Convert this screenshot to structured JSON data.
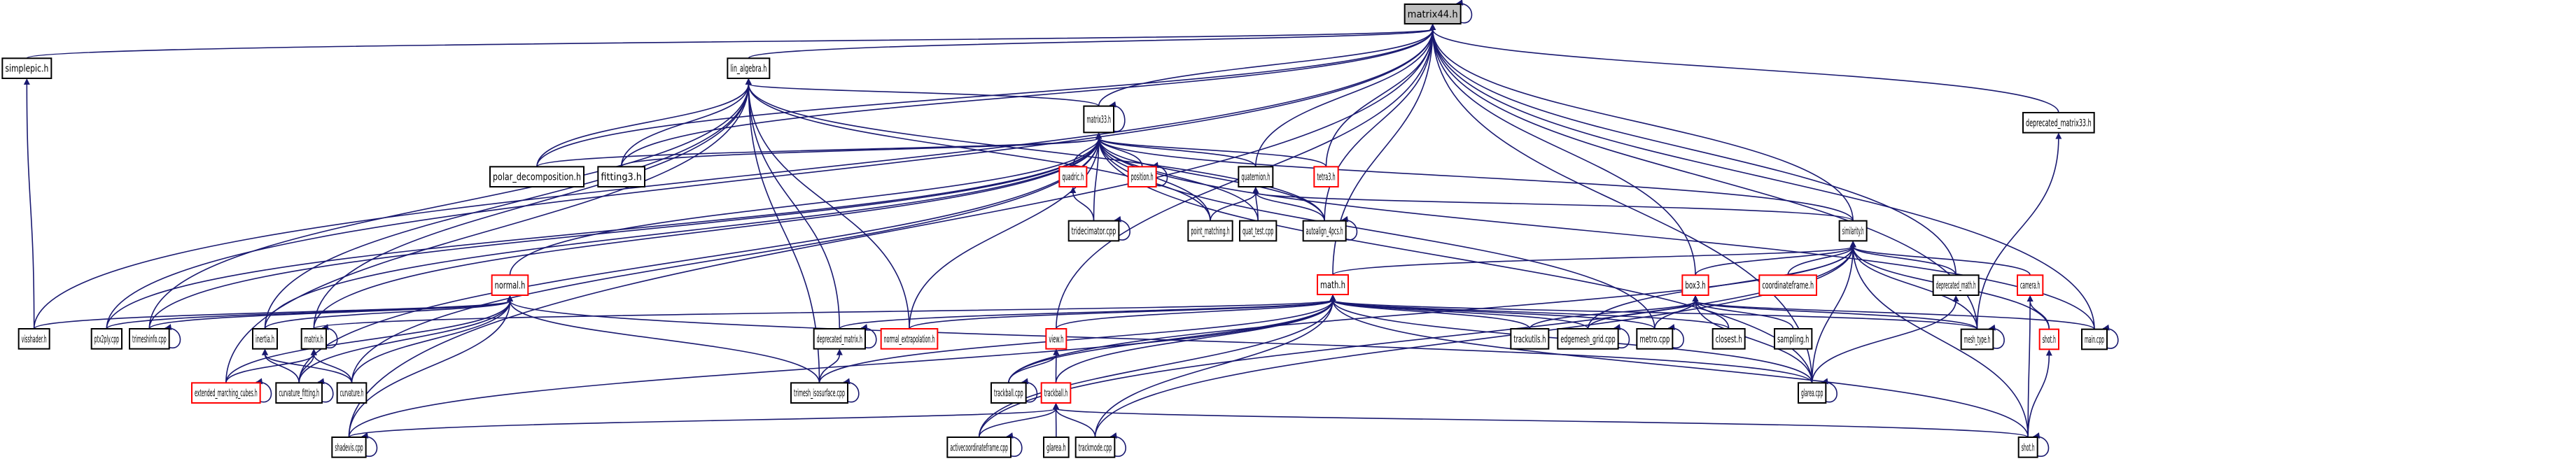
{
  "title": "matrix44.h include dependency graph",
  "colors": {
    "edge": "#191970",
    "focus_fill": "#bfbfbf",
    "normal_border": "#000000",
    "truncated_border": "#ff0000",
    "node_fill": "#ffffff"
  },
  "nodes": [
    {
      "id": "matrix44",
      "label": "matrix44.h",
      "kind": "focus"
    },
    {
      "id": "simplepic",
      "label": "simplepic.h",
      "kind": "normal"
    },
    {
      "id": "lin_algebra",
      "label": "lin_algebra.h",
      "kind": "normal"
    },
    {
      "id": "deprecated_matrix33",
      "label": "deprecated_matrix33.h",
      "kind": "normal"
    },
    {
      "id": "matrix33",
      "label": "matrix33.h",
      "kind": "normal"
    },
    {
      "id": "polar_decomposition",
      "label": "polar_decomposition.h",
      "kind": "normal"
    },
    {
      "id": "fitting3",
      "label": "fitting3.h",
      "kind": "normal"
    },
    {
      "id": "quadric",
      "label": "quadric.h",
      "kind": "truncated"
    },
    {
      "id": "position",
      "label": "position.h",
      "kind": "truncated"
    },
    {
      "id": "quaternion",
      "label": "quaternion.h",
      "kind": "normal"
    },
    {
      "id": "tetra3",
      "label": "tetra3.h",
      "kind": "truncated"
    },
    {
      "id": "tridecimator",
      "label": "tridecimator.cpp",
      "kind": "normal"
    },
    {
      "id": "point_matching",
      "label": "point_matching.h",
      "kind": "normal"
    },
    {
      "id": "quat_test",
      "label": "quat_test.cpp",
      "kind": "normal"
    },
    {
      "id": "autoalign_4pcs",
      "label": "autoalign_4pcs.h",
      "kind": "normal"
    },
    {
      "id": "similarity",
      "label": "similarity.h",
      "kind": "normal"
    },
    {
      "id": "normal",
      "label": "normal.h",
      "kind": "truncated"
    },
    {
      "id": "math",
      "label": "math.h",
      "kind": "truncated"
    },
    {
      "id": "box3",
      "label": "box3.h",
      "kind": "truncated"
    },
    {
      "id": "coordinateframe",
      "label": "coordinateframe.h",
      "kind": "truncated"
    },
    {
      "id": "deprecated_math",
      "label": "deprecated_math.h",
      "kind": "normal"
    },
    {
      "id": "camera",
      "label": "camera.h",
      "kind": "truncated"
    },
    {
      "id": "visshader",
      "label": "visshader.h",
      "kind": "normal"
    },
    {
      "id": "ptx2ply",
      "label": "ptx2ply.cpp",
      "kind": "normal"
    },
    {
      "id": "trimeshinfo",
      "label": "trimeshinfo.cpp",
      "kind": "normal"
    },
    {
      "id": "inertia",
      "label": "inertia.h",
      "kind": "normal"
    },
    {
      "id": "matrix",
      "label": "matrix.h",
      "kind": "normal"
    },
    {
      "id": "deprecated_matrix",
      "label": "deprecated_matrix.h",
      "kind": "normal"
    },
    {
      "id": "normal_extrapolation",
      "label": "normal_extrapolation.h",
      "kind": "truncated"
    },
    {
      "id": "view",
      "label": "view.h",
      "kind": "truncated"
    },
    {
      "id": "trackutils",
      "label": "trackutils.h",
      "kind": "normal"
    },
    {
      "id": "edgemesh_grid",
      "label": "edgemesh_grid.cpp",
      "kind": "normal"
    },
    {
      "id": "metro",
      "label": "metro.cpp",
      "kind": "normal"
    },
    {
      "id": "closest",
      "label": "closest.h",
      "kind": "normal"
    },
    {
      "id": "sampling",
      "label": "sampling.h",
      "kind": "normal"
    },
    {
      "id": "mesh_type",
      "label": "mesh_type.h",
      "kind": "normal"
    },
    {
      "id": "shot_red",
      "label": "shot.h",
      "kind": "truncated"
    },
    {
      "id": "main",
      "label": "main.cpp",
      "kind": "normal"
    },
    {
      "id": "extended_marching_cubes",
      "label": "extended_marching_cubes.h",
      "kind": "truncated"
    },
    {
      "id": "curvature_fitting",
      "label": "curvature_fitting.h",
      "kind": "normal"
    },
    {
      "id": "curvature",
      "label": "curvature.h",
      "kind": "normal"
    },
    {
      "id": "trimesh_isosurface",
      "label": "trimesh_isosurface.cpp",
      "kind": "normal"
    },
    {
      "id": "trackball_cpp",
      "label": "trackball.cpp",
      "kind": "normal"
    },
    {
      "id": "trackball_h",
      "label": "trackball.h",
      "kind": "truncated"
    },
    {
      "id": "glarea_cpp",
      "label": "glarea.cpp",
      "kind": "normal"
    },
    {
      "id": "shadevis",
      "label": "shadevis.cpp",
      "kind": "normal"
    },
    {
      "id": "activecoordinateframe",
      "label": "activecoordinateframe.cpp",
      "kind": "normal"
    },
    {
      "id": "glarea_h",
      "label": "glarea.h",
      "kind": "normal"
    },
    {
      "id": "trackmode",
      "label": "trackmode.cpp",
      "kind": "normal"
    },
    {
      "id": "shot_h",
      "label": "shot.h",
      "kind": "normal"
    }
  ],
  "edges": [
    [
      "matrix44",
      "matrix44"
    ],
    [
      "simplepic",
      "matrix44"
    ],
    [
      "lin_algebra",
      "matrix44"
    ],
    [
      "matrix33",
      "matrix44"
    ],
    [
      "deprecated_matrix33",
      "matrix44"
    ],
    [
      "polar_decomposition",
      "matrix44"
    ],
    [
      "fitting3",
      "matrix44"
    ],
    [
      "quaternion",
      "matrix44"
    ],
    [
      "tetra3",
      "matrix44"
    ],
    [
      "autoalign_4pcs",
      "matrix44"
    ],
    [
      "similarity",
      "matrix44"
    ],
    [
      "math",
      "matrix44"
    ],
    [
      "box3",
      "matrix44"
    ],
    [
      "visshader",
      "matrix44"
    ],
    [
      "ptx2ply",
      "matrix44"
    ],
    [
      "view",
      "matrix44"
    ],
    [
      "main",
      "matrix44"
    ],
    [
      "mesh_type",
      "matrix44"
    ],
    [
      "glarea_cpp",
      "matrix44"
    ],
    [
      "shadevis",
      "matrix44"
    ],
    [
      "deprecated_math",
      "matrix44"
    ],
    [
      "visshader",
      "simplepic"
    ],
    [
      "matrix33",
      "lin_algebra"
    ],
    [
      "polar_decomposition",
      "lin_algebra"
    ],
    [
      "fitting3",
      "lin_algebra"
    ],
    [
      "inertia",
      "lin_algebra"
    ],
    [
      "matrix",
      "lin_algebra"
    ],
    [
      "deprecated_matrix",
      "lin_algebra"
    ],
    [
      "normal_extrapolation",
      "lin_algebra"
    ],
    [
      "trimesh_isosurface",
      "lin_algebra"
    ],
    [
      "trimeshinfo",
      "lin_algebra"
    ],
    [
      "point_matching",
      "lin_algebra"
    ],
    [
      "autoalign_4pcs",
      "lin_algebra"
    ],
    [
      "extended_marching_cubes",
      "lin_algebra"
    ],
    [
      "mesh_type",
      "deprecated_matrix33"
    ],
    [
      "matrix33",
      "matrix33"
    ],
    [
      "polar_decomposition",
      "matrix33"
    ],
    [
      "fitting3",
      "matrix33"
    ],
    [
      "quadric",
      "matrix33"
    ],
    [
      "position",
      "matrix33"
    ],
    [
      "quaternion",
      "matrix33"
    ],
    [
      "tetra3",
      "matrix33"
    ],
    [
      "tridecimator",
      "matrix33"
    ],
    [
      "point_matching",
      "matrix33"
    ],
    [
      "quat_test",
      "matrix33"
    ],
    [
      "autoalign_4pcs",
      "matrix33"
    ],
    [
      "similarity",
      "matrix33"
    ],
    [
      "normal",
      "matrix33"
    ],
    [
      "trimeshinfo",
      "matrix33"
    ],
    [
      "inertia",
      "matrix33"
    ],
    [
      "matrix",
      "matrix33"
    ],
    [
      "curvature",
      "matrix33"
    ],
    [
      "curvature_fitting",
      "matrix33"
    ],
    [
      "normal_extrapolation",
      "matrix33"
    ],
    [
      "metro",
      "matrix33"
    ],
    [
      "glarea_cpp",
      "matrix33"
    ],
    [
      "main",
      "matrix33"
    ],
    [
      "ptx2ply",
      "matrix33"
    ],
    [
      "tridecimator",
      "quadric"
    ],
    [
      "position",
      "position"
    ],
    [
      "tridecimator",
      "tridecimator"
    ],
    [
      "point_matching",
      "quaternion"
    ],
    [
      "quat_test",
      "quaternion"
    ],
    [
      "autoalign_4pcs",
      "quaternion"
    ],
    [
      "similarity",
      "quaternion"
    ],
    [
      "autoalign_4pcs",
      "autoalign_4pcs"
    ],
    [
      "math",
      "similarity"
    ],
    [
      "box3",
      "similarity"
    ],
    [
      "coordinateframe",
      "similarity"
    ],
    [
      "deprecated_math",
      "similarity"
    ],
    [
      "camera",
      "similarity"
    ],
    [
      "mesh_type",
      "similarity"
    ],
    [
      "shot_red",
      "similarity"
    ],
    [
      "shot_h",
      "similarity"
    ],
    [
      "glarea_cpp",
      "similarity"
    ],
    [
      "trackball_cpp",
      "similarity"
    ],
    [
      "activecoordinateframe",
      "similarity"
    ],
    [
      "trackmode",
      "similarity"
    ],
    [
      "edgemesh_grid",
      "similarity"
    ],
    [
      "visshader",
      "normal"
    ],
    [
      "ptx2ply",
      "normal"
    ],
    [
      "trimeshinfo",
      "normal"
    ],
    [
      "inertia",
      "normal"
    ],
    [
      "curvature_fitting",
      "normal"
    ],
    [
      "curvature",
      "normal"
    ],
    [
      "extended_marching_cubes",
      "normal"
    ],
    [
      "trimesh_isosurface",
      "normal"
    ],
    [
      "shadevis",
      "normal"
    ],
    [
      "glarea_cpp",
      "normal"
    ],
    [
      "trimeshinfo",
      "trimeshinfo"
    ],
    [
      "matrix",
      "math"
    ],
    [
      "deprecated_matrix",
      "math"
    ],
    [
      "normal_extrapolation",
      "math"
    ],
    [
      "view",
      "math"
    ],
    [
      "trackutils",
      "math"
    ],
    [
      "edgemesh_grid",
      "math"
    ],
    [
      "metro",
      "math"
    ],
    [
      "closest",
      "math"
    ],
    [
      "mesh_type",
      "math"
    ],
    [
      "trackball_cpp",
      "math"
    ],
    [
      "trackball_h",
      "math"
    ],
    [
      "glarea_cpp",
      "math"
    ],
    [
      "shadevis",
      "math"
    ],
    [
      "activecoordinateframe",
      "math"
    ],
    [
      "trackmode",
      "math"
    ],
    [
      "shot_h",
      "math"
    ],
    [
      "trimesh_isosurface",
      "math"
    ],
    [
      "edgemesh_grid",
      "box3"
    ],
    [
      "metro",
      "box3"
    ],
    [
      "closest",
      "box3"
    ],
    [
      "sampling",
      "box3"
    ],
    [
      "mesh_type",
      "box3"
    ],
    [
      "glarea_cpp",
      "box3"
    ],
    [
      "main",
      "box3"
    ],
    [
      "trackutils",
      "box3"
    ],
    [
      "glarea_cpp",
      "deprecated_math"
    ],
    [
      "shot_red",
      "camera"
    ],
    [
      "shot_h",
      "camera"
    ],
    [
      "main",
      "main"
    ],
    [
      "mesh_type",
      "mesh_type"
    ],
    [
      "metro",
      "metro"
    ],
    [
      "edgemesh_grid",
      "edgemesh_grid"
    ],
    [
      "shot_h",
      "shot_red"
    ],
    [
      "shot_h",
      "shot_h"
    ],
    [
      "curvature_fitting",
      "inertia"
    ],
    [
      "curvature",
      "inertia"
    ],
    [
      "curvature_fitting",
      "matrix"
    ],
    [
      "curvature",
      "matrix"
    ],
    [
      "extended_marching_cubes",
      "matrix"
    ],
    [
      "matrix",
      "matrix"
    ],
    [
      "extended_marching_cubes",
      "extended_marching_cubes"
    ],
    [
      "curvature_fitting",
      "curvature_fitting"
    ],
    [
      "trimesh_isosurface",
      "deprecated_matrix"
    ],
    [
      "deprecated_matrix",
      "deprecated_matrix"
    ],
    [
      "trimesh_isosurface",
      "trimesh_isosurface"
    ],
    [
      "trackball_cpp",
      "view"
    ],
    [
      "trackball_h",
      "view"
    ],
    [
      "trackball_cpp",
      "trackball_cpp"
    ],
    [
      "activecoordinateframe",
      "trackball_h"
    ],
    [
      "glarea_h",
      "trackball_h"
    ],
    [
      "trackmode",
      "trackball_h"
    ],
    [
      "shot_h",
      "trackball_h"
    ],
    [
      "shadevis",
      "trackball_h"
    ],
    [
      "glarea_cpp",
      "glarea_cpp"
    ],
    [
      "shadevis",
      "shadevis"
    ],
    [
      "activecoordinateframe",
      "activecoordinateframe"
    ],
    [
      "trackmode",
      "trackmode"
    ]
  ]
}
